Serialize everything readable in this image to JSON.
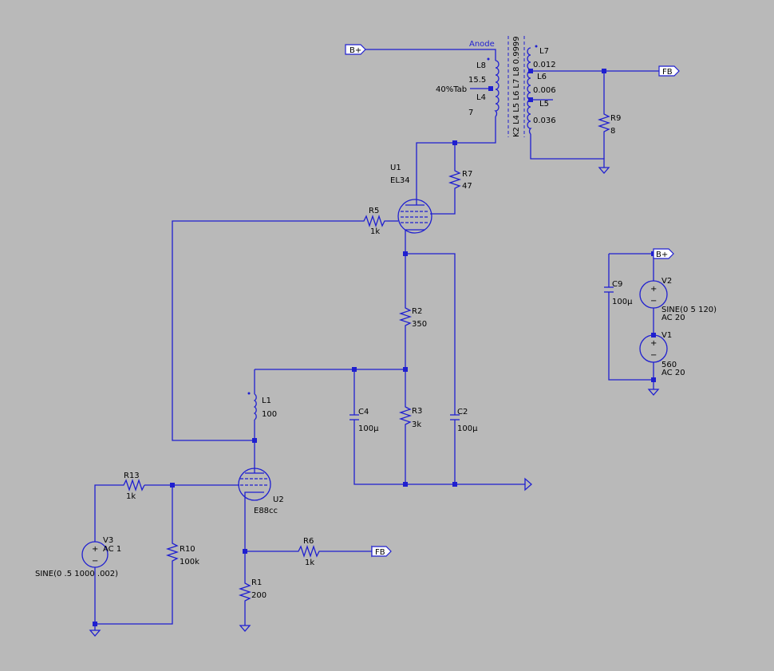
{
  "colors": {
    "background": "#b9b9b9",
    "wire": "#1f1fd0",
    "text": "#000000"
  },
  "net_labels": {
    "bplus": "B+",
    "fb": "FB",
    "anode": "Anode",
    "tab": "40%Tab"
  },
  "transformer": {
    "coupling": "K2 L4 L5 L6 L7 L8 0.9999",
    "primary": [
      {
        "ref": "L8",
        "value": "15.5"
      },
      {
        "ref": "L4",
        "value": "7"
      }
    ],
    "secondary": [
      {
        "ref": "L7",
        "value": "0.012"
      },
      {
        "ref": "L6",
        "value": "0.006"
      },
      {
        "ref": "L5",
        "value": "0.036"
      }
    ]
  },
  "components": {
    "U1": {
      "ref": "U1",
      "value": "EL34"
    },
    "U2": {
      "ref": "U2",
      "value": "E88cc"
    },
    "R1": {
      "ref": "R1",
      "value": "200"
    },
    "R2": {
      "ref": "R2",
      "value": "350"
    },
    "R3": {
      "ref": "R3",
      "value": "3k"
    },
    "R5": {
      "ref": "R5",
      "value": "1k"
    },
    "R6": {
      "ref": "R6",
      "value": "1k"
    },
    "R7": {
      "ref": "R7",
      "value": "47"
    },
    "R9": {
      "ref": "R9",
      "value": "8"
    },
    "R10": {
      "ref": "R10",
      "value": "100k"
    },
    "R13": {
      "ref": "R13",
      "value": "1k"
    },
    "L1": {
      "ref": "L1",
      "value": "100"
    },
    "C2": {
      "ref": "C2",
      "value": "100µ"
    },
    "C4": {
      "ref": "C4",
      "value": "100µ"
    },
    "C9": {
      "ref": "C9",
      "value": "100µ"
    },
    "V1": {
      "ref": "V1",
      "value1": "560",
      "value2": "AC 20"
    },
    "V2": {
      "ref": "V2",
      "value1": "SINE(0 5 120)",
      "value2": "AC 20"
    },
    "V3": {
      "ref": "V3",
      "value1": "AC 1",
      "value2": "SINE(0 .5 1000 .002)"
    }
  },
  "source_signs": {
    "plus": "+",
    "minus": "−"
  }
}
